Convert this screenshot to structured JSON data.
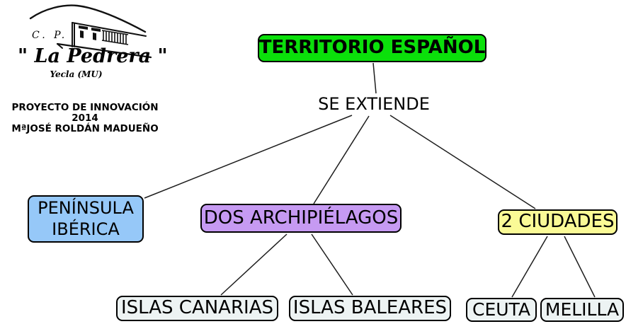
{
  "logo": {
    "cp": "C.  P.",
    "name": "\" La Pedrera \"",
    "place": "Yecla (MU)"
  },
  "credits": {
    "line1": "PROYECTO DE INNOVACIÓN 2014",
    "line2": "MªJOSÉ ROLDÁN MADUEÑO"
  },
  "map": {
    "root": {
      "label": "TERRITORIO ESPAÑOL",
      "color": "#0be00b"
    },
    "link_label": "SE EXTIENDE",
    "peninsula": {
      "label": "PENÍNSULA IBÉRICA",
      "color": "#96c8f8"
    },
    "archipielagos": {
      "label": "DOS ARCHIPIÉLAGOS",
      "color": "#c69af2"
    },
    "ciudades": {
      "label": "2 CIUDADES",
      "color": "#fafa96"
    },
    "canarias": {
      "label": "ISLAS CANARIAS",
      "color": "#edf3f3"
    },
    "baleares": {
      "label": "ISLAS BALEARES",
      "color": "#edf3f3"
    },
    "ceuta": {
      "label": "CEUTA",
      "color": "#edf3f3"
    },
    "melilla": {
      "label": "MELILLA",
      "color": "#edf3f3"
    }
  }
}
